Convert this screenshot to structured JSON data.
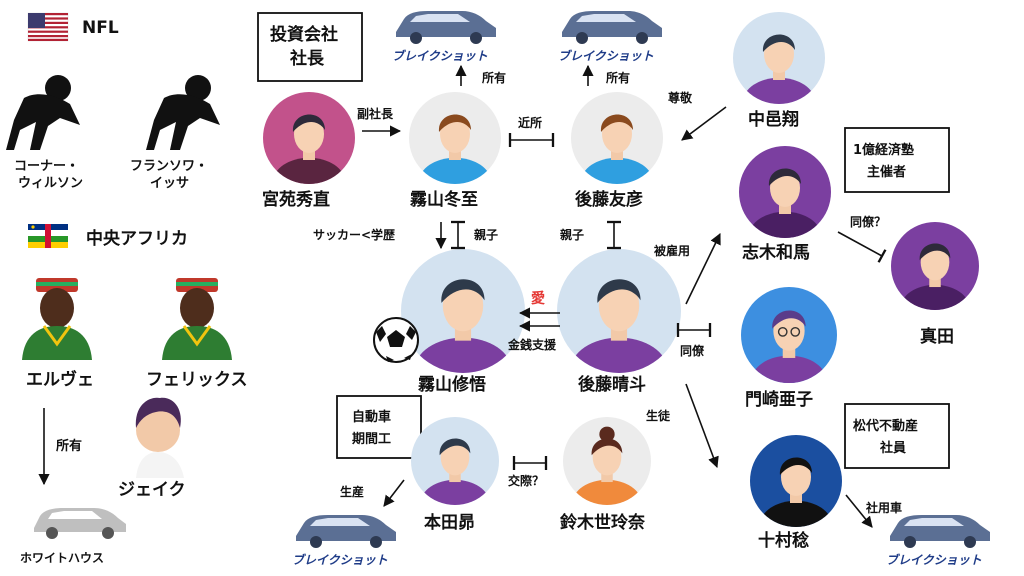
{
  "left": {
    "nfl_label": "NFL",
    "players": [
      "コーナー・\nウィルソン",
      "フランソワ・\nイッサ"
    ],
    "africa_label": "中央アフリカ",
    "africans": [
      "エルヴェ",
      "フェリックス"
    ],
    "owns": "所有",
    "jake": "ジェイク",
    "white_house": "ホワイトハウス"
  },
  "boxes": {
    "investment": "投資会社\n社長",
    "million": "1億経済塾\n主催者",
    "factory": "自動車\n期間工",
    "realestate": "松代不動産\n社員"
  },
  "people": {
    "miyazono": "宮苑秀直",
    "kiriyama_toushi": "霧山冬至",
    "goto_tomohiko": "後藤友彦",
    "nakamura": "中邑翔",
    "shiki": "志木和馬",
    "sanada": "真田",
    "kiriyama_shugo": "霧山修悟",
    "goto_haruto": "後藤晴斗",
    "kadosaki": "門崎亜子",
    "honda": "本田昴",
    "suzuki": "鈴木世玲奈",
    "tomura": "十村稔"
  },
  "relations": {
    "vice_president": "副社長",
    "neighbor": "近所",
    "owns1": "所有",
    "owns2": "所有",
    "respect": "尊敬",
    "colleague_q": "同僚？",
    "soccer_edu": "サッカー<学歴",
    "parent_child1": "親子",
    "parent_child2": "親子",
    "employed": "被雇用",
    "love": "愛",
    "money": "金銭支援",
    "colleague": "同僚",
    "student": "生徒",
    "dating_q": "交際？",
    "produce": "生産",
    "company_car": "社用車"
  },
  "car_label": "ブレイクショット",
  "colors": {
    "purple": "#7b3fa0",
    "light_blue": "#d3e2f0",
    "light_gray": "#ececec",
    "car": "#5b6f94",
    "love": "#e53935"
  }
}
